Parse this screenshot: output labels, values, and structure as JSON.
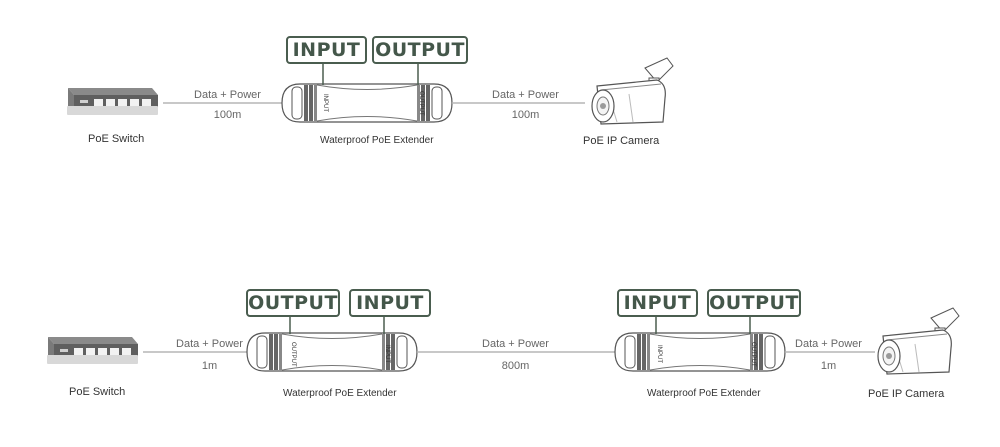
{
  "diagram1": {
    "switch_label": "PoE Switch",
    "link1_top": "Data + Power",
    "link1_bottom": "100m",
    "tag_input": "INPUT",
    "tag_output": "OUTPUT",
    "extender_label": "Waterproof PoE Extender",
    "port_left": "INPUT",
    "port_right": "OUTPUT",
    "link2_top": "Data + Power",
    "link2_bottom": "100m",
    "camera_label": "PoE IP Camera"
  },
  "diagram2": {
    "switch_label": "PoE Switch",
    "link1_top": "Data + Power",
    "link1_bottom": "1m",
    "ext1_tag_output": "OUTPUT",
    "ext1_tag_input": "INPUT",
    "ext1_label": "Waterproof PoE Extender",
    "ext1_port_left": "OUTPUT",
    "ext1_port_right": "INPUT",
    "link2_top": "Data + Power",
    "link2_bottom": "800m",
    "ext2_tag_input": "INPUT",
    "ext2_tag_output": "OUTPUT",
    "ext2_label": "Waterproof PoE Extender",
    "ext2_port_left": "INPUT",
    "ext2_port_right": "OUTPUT",
    "link3_top": "Data + Power",
    "link3_bottom": "1m",
    "camera_label": "PoE IP Camera"
  },
  "colors": {
    "tag_border": "#4a5d4f",
    "line": "#b5b5b5",
    "device": "#6d6d6d"
  }
}
